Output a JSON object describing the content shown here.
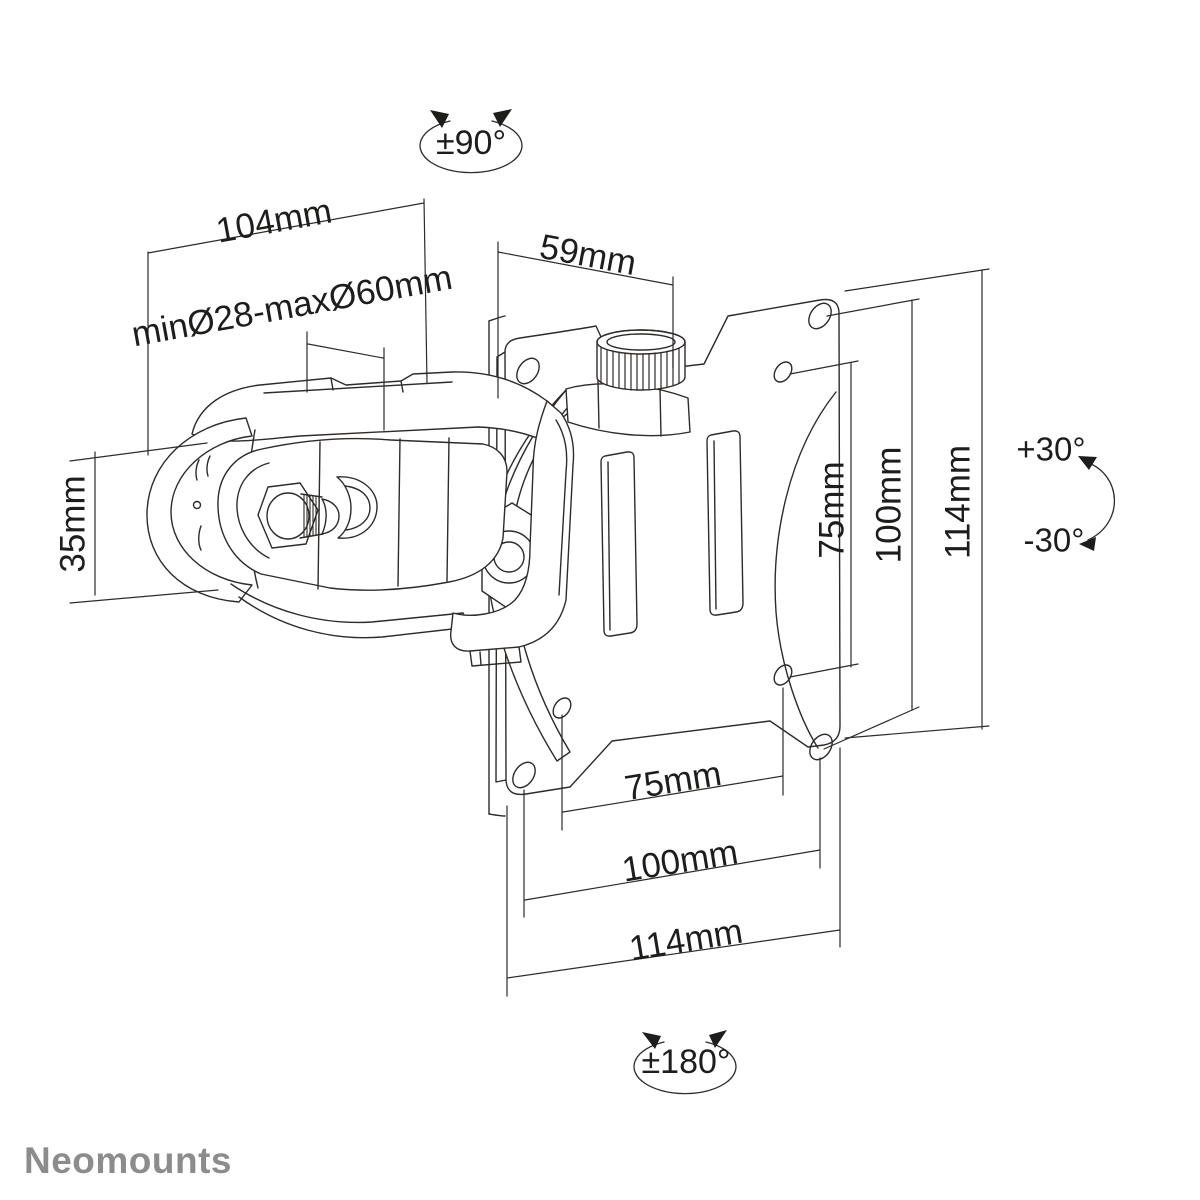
{
  "brand": {
    "name": "Neomounts"
  },
  "annotations": {
    "rotation_swivel": "±90°",
    "arm_length": "104mm",
    "pole_diameter_range": "minØ28-maxØ60mm",
    "clamp_height": "35mm",
    "plate_offset": "59mm",
    "tilt_up": "+30°",
    "tilt_down": "-30°",
    "vesa_vertical_75": "75mm",
    "vesa_vertical_100": "100mm",
    "plate_height_114": "114mm",
    "vesa_horizontal_75": "75mm",
    "vesa_horizontal_100": "100mm",
    "plate_width_114": "114mm",
    "rotation_roll": "±180°"
  },
  "colors": {
    "background": "#ffffff",
    "drawing_line": "#2e2b29",
    "dimension_line": "#2e2b29",
    "text": "#1d1d1b",
    "brand": "#8c8c8c"
  }
}
